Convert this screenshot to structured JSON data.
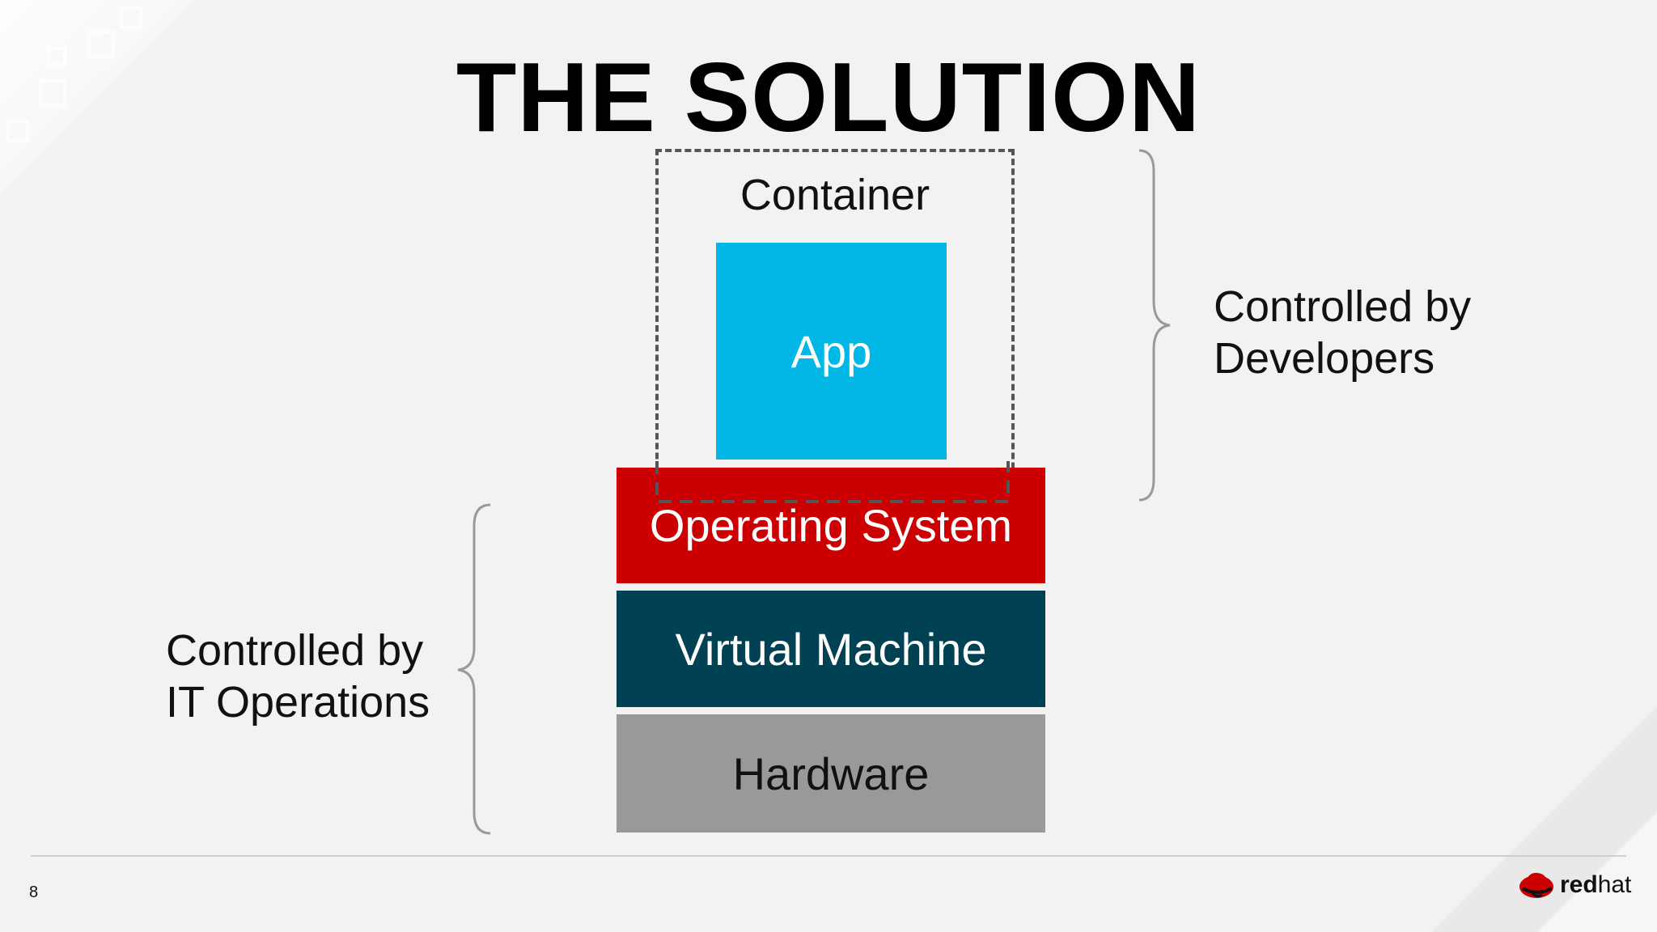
{
  "slide": {
    "title": "THE SOLUTION",
    "page_number": "8"
  },
  "stack": {
    "container_label": "Container",
    "app_label": "App",
    "os_label": "Operating System",
    "vm_label": "Virtual Machine",
    "hardware_label": "Hardware"
  },
  "annotations": {
    "developers_line1": "Controlled by",
    "developers_line2": "Developers",
    "operations_line1": "Controlled by",
    "operations_line2": "IT Operations"
  },
  "logo": {
    "brand_part1": "red",
    "brand_part2": "hat",
    "icon": "redhat-fedora-icon"
  },
  "colors": {
    "app": "#00b7e6",
    "os": "#cc0000",
    "vm": "#004153",
    "hardware": "#999999",
    "background": "#f2f2f2"
  }
}
